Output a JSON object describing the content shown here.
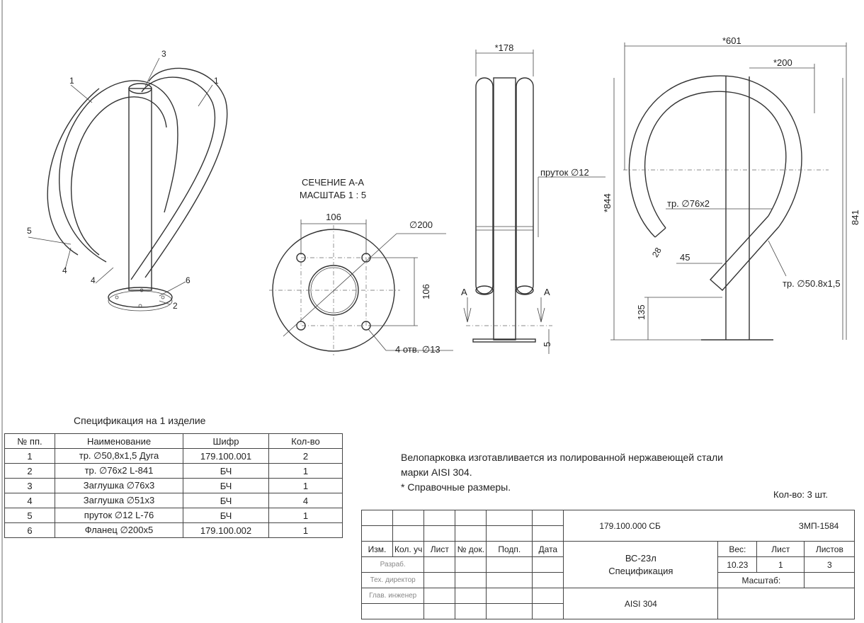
{
  "iso_view": {
    "callouts": [
      "1",
      "1",
      "3",
      "5",
      "4",
      "4",
      "6",
      "2"
    ]
  },
  "section": {
    "title": "СЕЧЕНИЕ А-А",
    "scale": "МАСШТАБ 1 : 5",
    "dim_width": "106",
    "dim_height": "106",
    "dim_dia": "∅200",
    "holes": "4 отв. ∅13"
  },
  "side_view": {
    "dim_width": "*178",
    "rod": "пруток ∅12",
    "section_mark": "A",
    "dim_plate": "5"
  },
  "front_view": {
    "dim_total": "*601",
    "dim_top": "*200",
    "dim_height_ref": "*844",
    "dim_height": "841",
    "pipe76": "тр. ∅76x2",
    "dim_28": "28",
    "dim_45": "45",
    "pipe50": "тр. ∅50.8x1,5",
    "dim_135": "135"
  },
  "spec": {
    "title": "Спецификация на 1 изделие",
    "headers": [
      "№ пп.",
      "Наименование",
      "Шифр",
      "Кол-во"
    ],
    "rows": [
      [
        "1",
        "тр. ∅50,8x1,5  Дуга",
        "179.100.001",
        "2"
      ],
      [
        "2",
        "тр. ∅76x2  L-841",
        "БЧ",
        "1"
      ],
      [
        "3",
        "Заглушка ∅76x3",
        "БЧ",
        "1"
      ],
      [
        "4",
        "Заглушка ∅51x3",
        "БЧ",
        "4"
      ],
      [
        "5",
        "пруток ∅12  L-76",
        "БЧ",
        "1"
      ],
      [
        "6",
        "Фланец ∅200x5",
        "179.100.002",
        "1"
      ]
    ]
  },
  "notes": {
    "line1": "Велопарковка изготавливается из полированной нержавеющей стали",
    "line2": "марки AISI 304.",
    "line3": "* Справочные размеры.",
    "qty": "Кол-во: 3 шт."
  },
  "title_block": {
    "code": "179.100.000 СБ",
    "number": "ЗМП-1584",
    "cols": [
      "Изм.",
      "Кол. уч",
      "Лист",
      "№ док.",
      "Подп.",
      "Дата"
    ],
    "roles": [
      "Разраб.",
      "Тех. директор",
      "Глав. инженер"
    ],
    "name1": "ВС-23л",
    "name2": "Спецификация",
    "weight_label": "Вес:",
    "sheet_label": "Лист",
    "sheets_label": "Листов",
    "weight": "10.23",
    "sheet": "1",
    "sheets": "3",
    "scale_label": "Масштаб:",
    "material": "AISI 304"
  }
}
